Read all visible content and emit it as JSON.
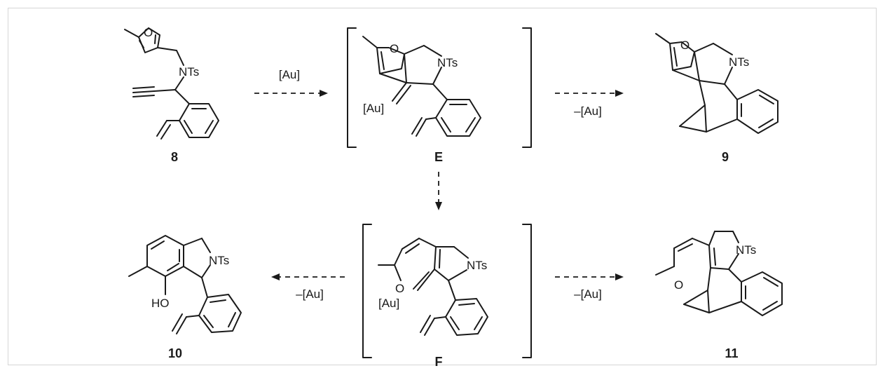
{
  "compounds": {
    "c8": {
      "label": "8",
      "atoms": [
        "O",
        "NTs"
      ]
    },
    "cE": {
      "label": "E",
      "atoms": [
        "O",
        "NTs",
        "[Au]"
      ]
    },
    "c9": {
      "label": "9",
      "atoms": [
        "O",
        "NTs"
      ]
    },
    "cF": {
      "label": "F",
      "atoms": [
        "O",
        "NTs",
        "[Au]"
      ]
    },
    "c10": {
      "label": "10",
      "atoms": [
        "NTs",
        "HO"
      ]
    },
    "c11": {
      "label": "11",
      "atoms": [
        "NTs",
        "O"
      ]
    }
  },
  "arrows": {
    "a1": {
      "condition": "[Au]"
    },
    "a2": {
      "condition": "–[Au]"
    },
    "a3": {
      "condition": ""
    },
    "a4": {
      "condition": "–[Au]"
    },
    "a5": {
      "condition": "–[Au]"
    }
  },
  "colors": {
    "ink": "#1a1a1a",
    "frame": "#d6d6d6",
    "background": "#ffffff"
  }
}
